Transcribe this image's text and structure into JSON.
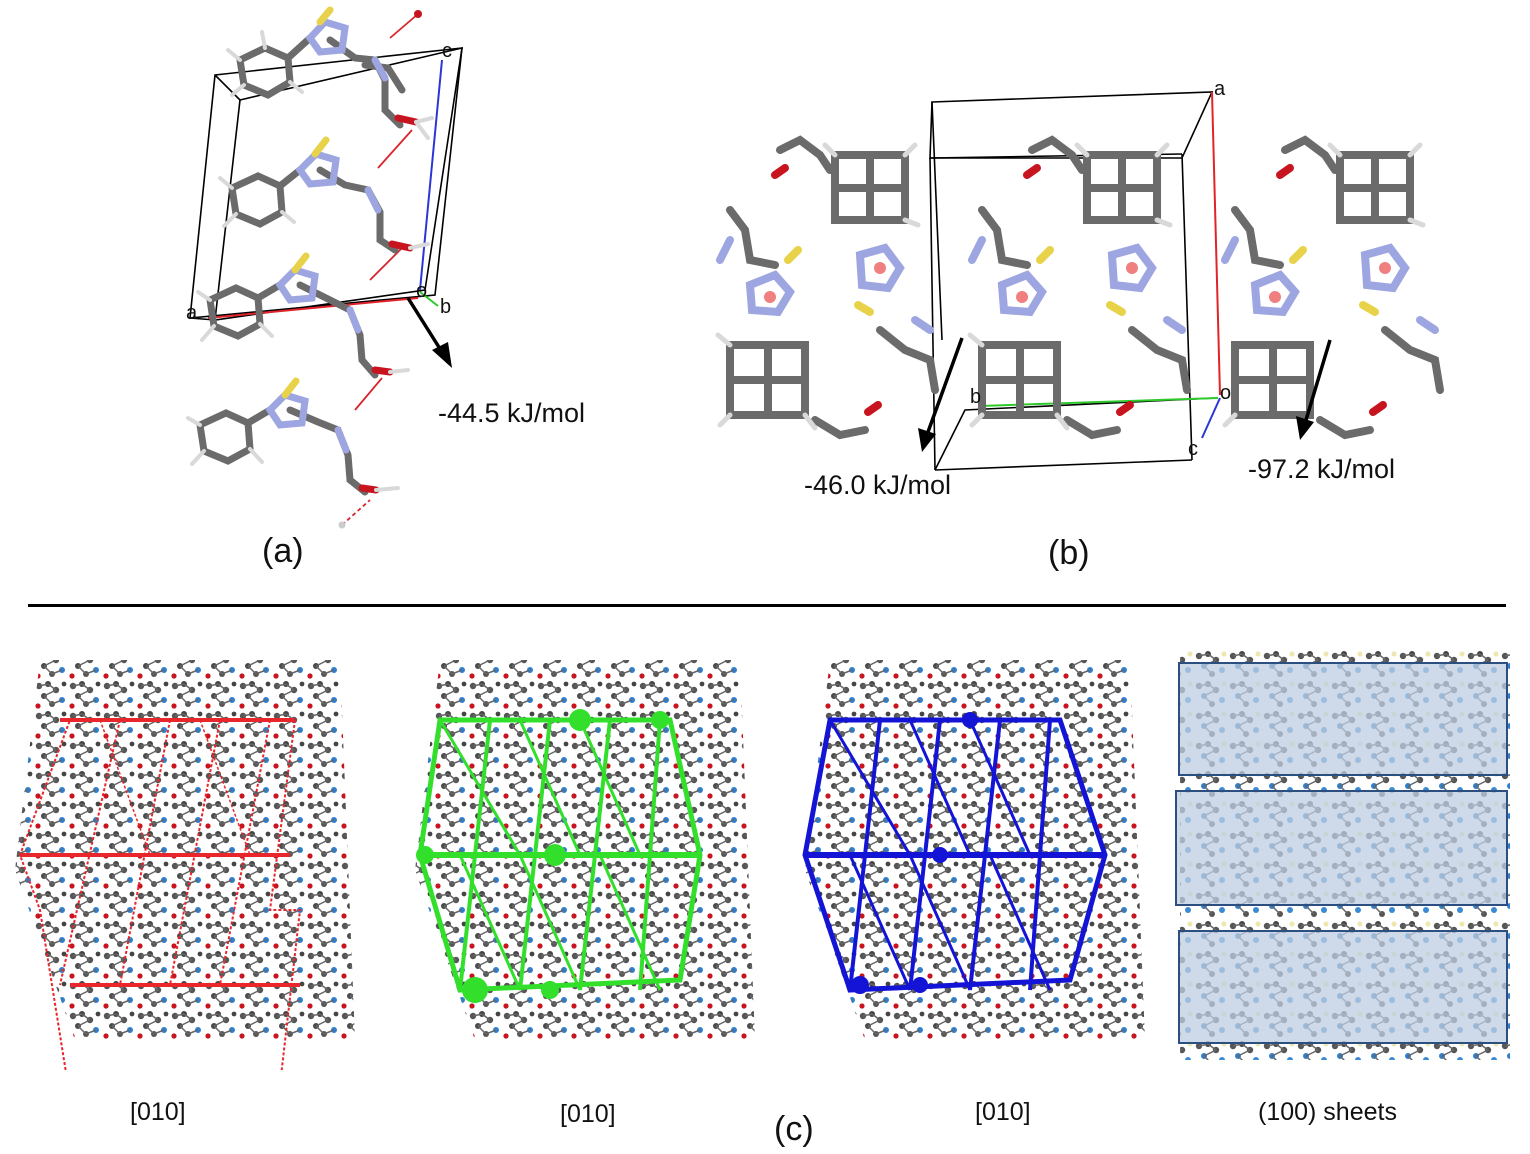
{
  "panel_a": {
    "label": "(a)",
    "energy": "-44.5 kJ/mol",
    "axes": {
      "a": "a",
      "b": "b",
      "c": "c",
      "o": "o"
    }
  },
  "panel_b": {
    "label": "(b)",
    "energy_left": "-46.0 kJ/mol",
    "energy_right": "-97.2 kJ/mol",
    "axes": {
      "a": "a",
      "b": "b",
      "c": "c",
      "o": "o"
    }
  },
  "panel_c": {
    "label": "(c)",
    "views": [
      {
        "caption": "[010]",
        "framework_color": "#e8262b"
      },
      {
        "caption": "[010]",
        "framework_color": "#32e02c"
      },
      {
        "caption": "[010]",
        "framework_color": "#1414d6"
      },
      {
        "caption": "(100) sheets",
        "framework_color": "#2b4f80"
      }
    ]
  },
  "colors": {
    "carbon": "#6b6b6b",
    "hydrogen": "#d9d9d9",
    "nitrogen": "#9da6e0",
    "oxygen": "#c8141e",
    "sulfur": "#e8d24a",
    "axis_a": "#e0242a",
    "axis_b": "#2ec92a",
    "axis_c": "#2a36d8"
  }
}
